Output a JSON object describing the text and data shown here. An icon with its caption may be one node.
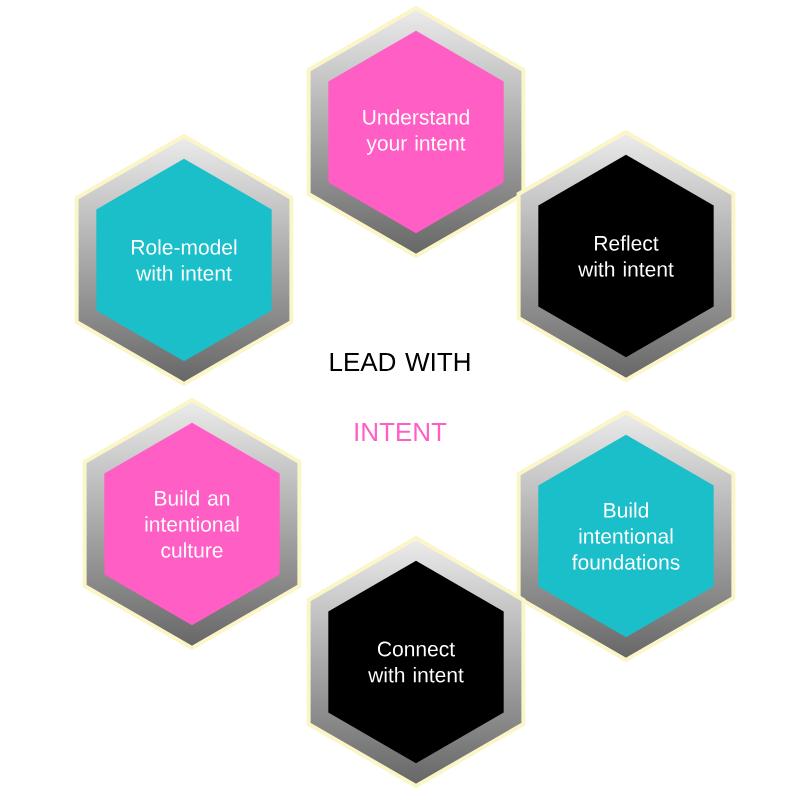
{
  "diagram": {
    "title": "LEAD WITH",
    "nodes": [
      {
        "text": [
          "Understand your intent"
        ]
      },
      {
        "text": [
          "Reflect with intent"
        ]
      },
      {
        "text": [
          "Build intentional foundations"
        ]
      },
      {
        "text": [
          "Connect with intent"
        ]
      },
      {
        "text": [
          "Build an intentional culture"
        ]
      },
      {
        "text": [
          "Role-model with intent"
        ]
      }
    ],
    "labels": [
      "INTENT"
    ]
  }
}
